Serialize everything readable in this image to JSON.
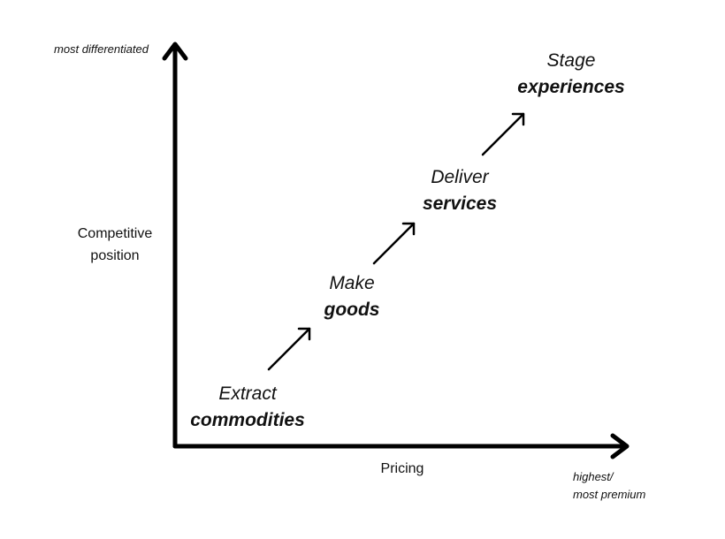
{
  "axes": {
    "y_top_label": "most differentiated",
    "y_title_line1": "Competitive",
    "y_title_line2": "position",
    "x_title": "Pricing",
    "x_end_line1": "highest/",
    "x_end_line2": "most premium"
  },
  "stages": [
    {
      "verb": "Extract",
      "noun": "commodities"
    },
    {
      "verb": "Make",
      "noun": "goods"
    },
    {
      "verb": "Deliver",
      "noun": "services"
    },
    {
      "verb": "Stage",
      "noun": "experiences"
    }
  ]
}
